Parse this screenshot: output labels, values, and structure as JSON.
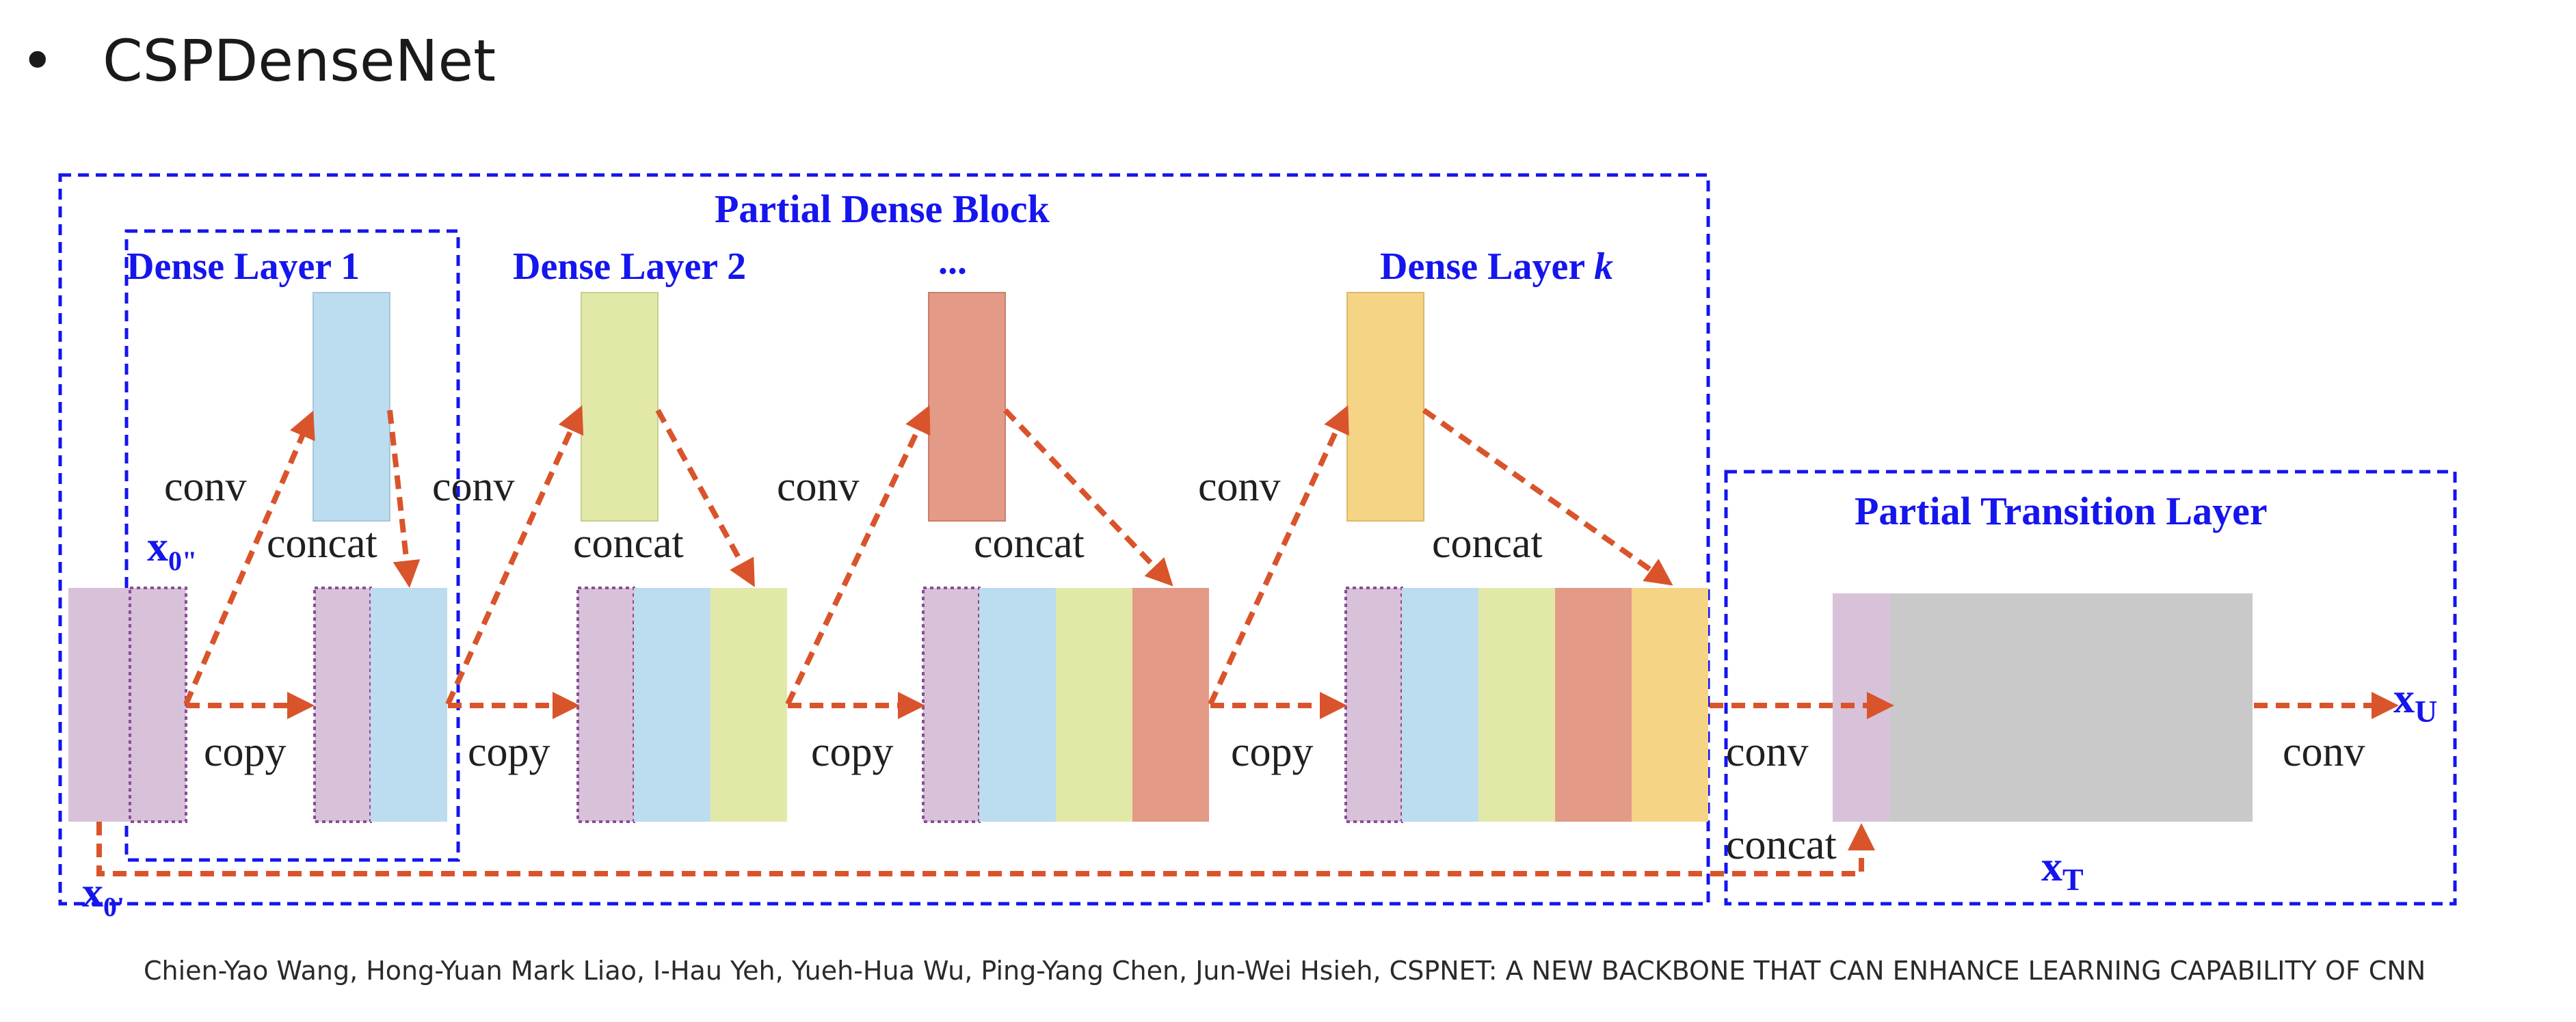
{
  "slide": {
    "bullet": "•",
    "title": "CSPDenseNet",
    "citation": "Chien-Yao Wang, Hong-Yuan Mark Liao, I-Hau Yeh, Yueh-Hua Wu, Ping-Yang Chen, Jun-Wei Hsieh, CSPNET: A NEW BACKBONE THAT CAN ENHANCE LEARNING CAPABILITY OF CNN"
  },
  "diagram": {
    "partial_dense_block_label": "Partial Dense Block",
    "partial_transition_layer_label": "Partial Transition Layer",
    "dense_layer_1_label": "Dense Layer 1",
    "dense_layer_2_label": "Dense Layer 2",
    "ellipsis_label": "...",
    "dense_layer_k_label": "Dense Layer",
    "dense_layer_k_index": "k",
    "op_conv": "conv",
    "op_concat": "concat",
    "op_copy": "copy",
    "x0_double_prime": {
      "base": "x",
      "sub": "0\""
    },
    "x0_prime": {
      "base": "x",
      "sub": "0'"
    },
    "xU": {
      "base": "x",
      "sub": "U"
    },
    "xT": {
      "base": "x",
      "sub": "T"
    }
  },
  "colors": {
    "accent_blue": "#1515ee",
    "arrow_orange": "#d9542b",
    "purple": "#d8c2d9",
    "light_blue": "#bcdcef",
    "light_green": "#e2e8a8",
    "salmon": "#e39a87",
    "yellow": "#f6d485",
    "gray": "#c9c9c9"
  }
}
